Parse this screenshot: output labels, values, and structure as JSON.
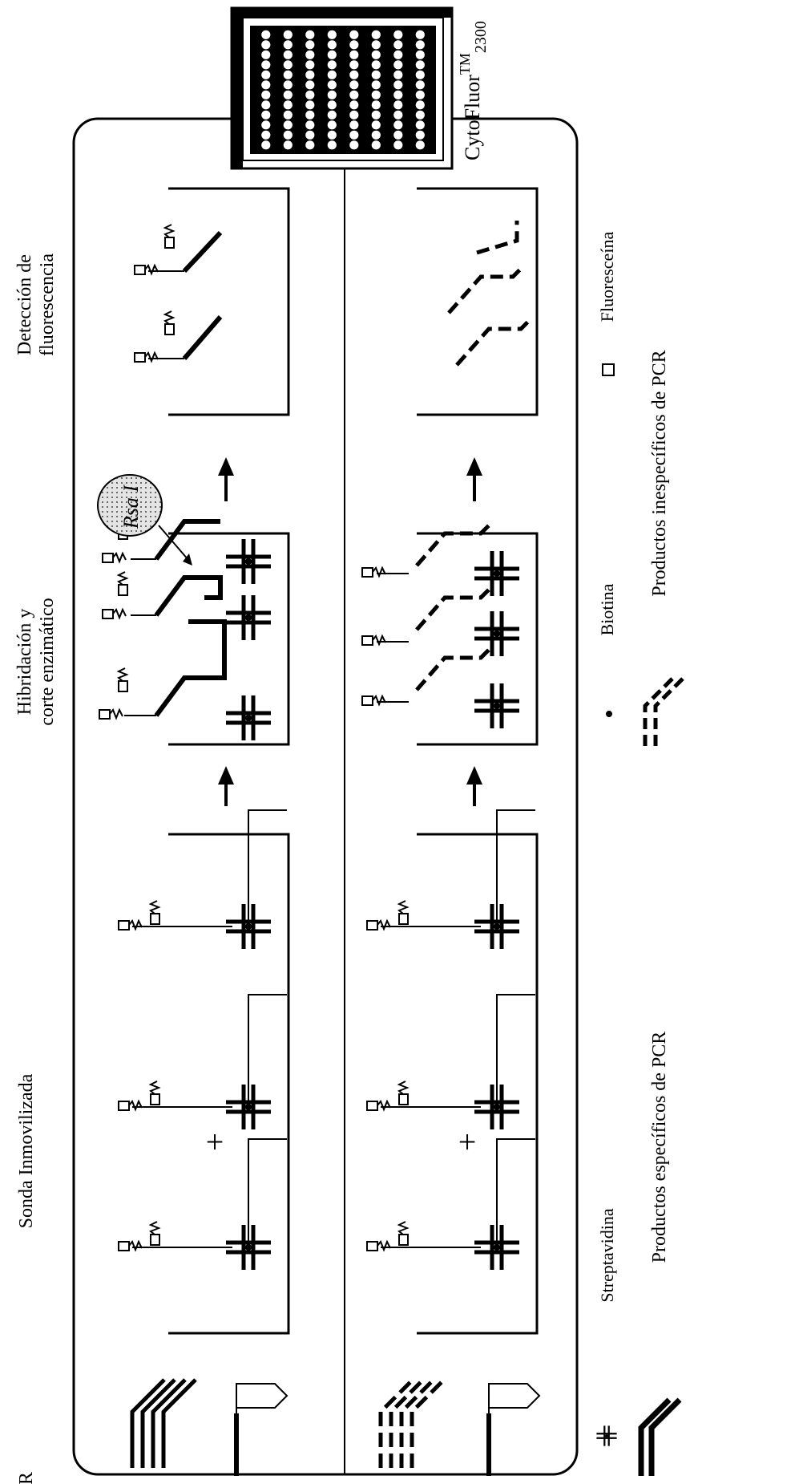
{
  "steps": {
    "apcr": "A-PCR",
    "probe": "Sonda Inmovilizada",
    "hyb_line1": "Hibridación y",
    "hyb_line2": "corte enzimático",
    "det_line1": "Detección de",
    "det_line2": "fluorescencia"
  },
  "enzyme": "Rsa I",
  "reader": {
    "name": "CytoFluor",
    "sup": "TM",
    "sub": "2300"
  },
  "legend": {
    "streptavidin": "Streptavidina",
    "biotin": "Biotina",
    "fluorescein": "Fluoresceína",
    "specific_products": "Productos específicos de PCR",
    "nonspecific_products": "Productos inespecíficos de PCR"
  },
  "plate": {
    "rows": 8,
    "cols": 12
  },
  "colors": {
    "ink": "#000000",
    "paper": "#ffffff",
    "enzyme_fill": "#d9d9d9"
  }
}
